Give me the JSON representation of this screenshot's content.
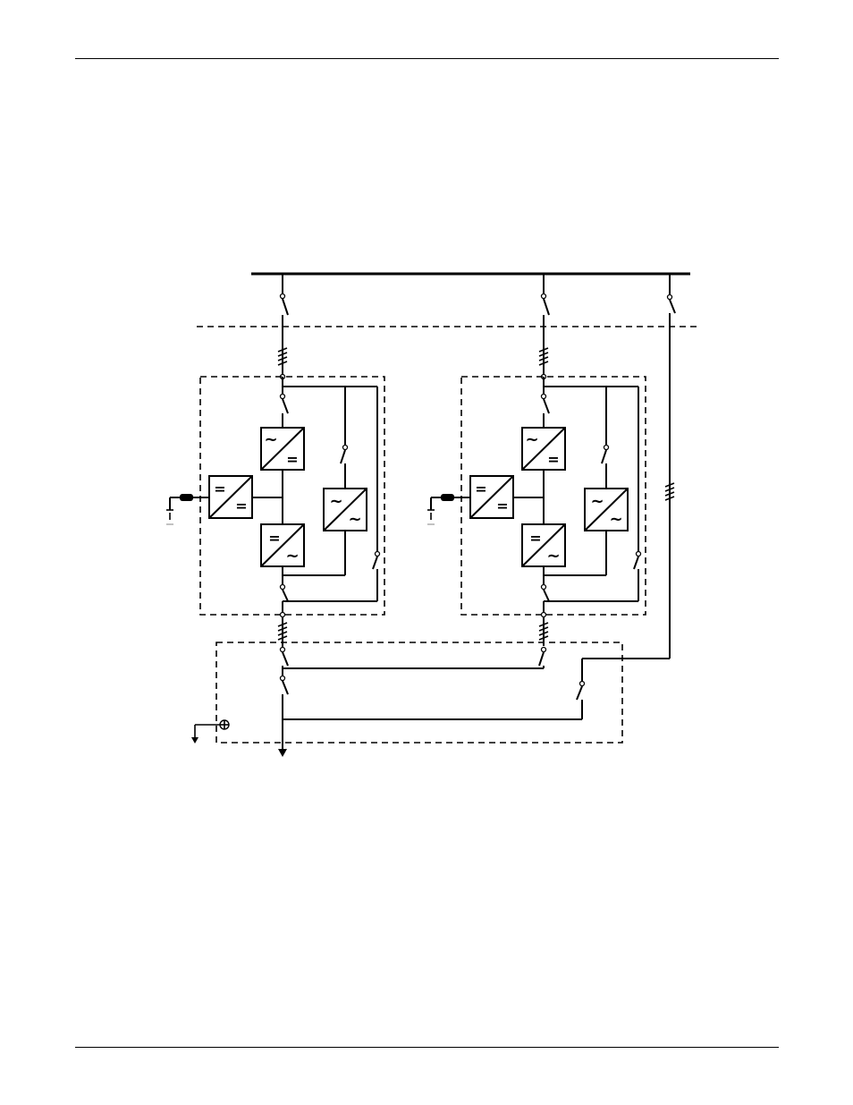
{
  "page": {
    "header_rule": "top-rule",
    "footer_rule": "bottom-rule"
  },
  "diagram": {
    "type": "single-line diagram",
    "modules": [
      {
        "id": "module-1",
        "blocks": [
          "rectifier",
          "dc-dc-converter",
          "inverter",
          "static-bypass-switch"
        ]
      },
      {
        "id": "module-2",
        "blocks": [
          "rectifier",
          "dc-dc-converter",
          "inverter",
          "static-bypass-switch"
        ]
      }
    ],
    "symbols": {
      "ac": "~",
      "dc": "="
    },
    "colors": {
      "line": "#000000",
      "background": "#ffffff"
    }
  }
}
